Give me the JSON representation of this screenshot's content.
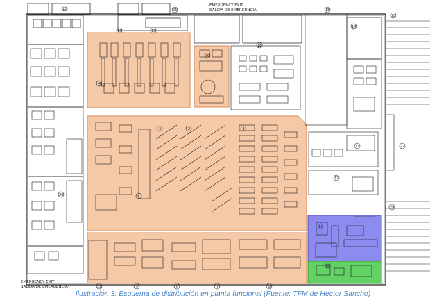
{
  "emergency_exit_top": {
    "line1": "-EMERGENCY EXIT",
    "line2": "-SALIDA DE EMERGENCIA"
  },
  "emergency_exit_bottom": {
    "line1": "EMERGENCY EXIT",
    "line2": "SALIDA DE EMERGENCIA"
  },
  "caption": "Ilustración 3: Esquema de distribución en planta funcional (Fuente: TFM de Hector Sancho)",
  "zone_labels": [
    "23",
    "26",
    "15",
    "28",
    "27",
    "29",
    "21",
    "5",
    "6",
    "7",
    "8",
    "20",
    "4",
    "3",
    "2",
    "1",
    "19",
    "18",
    "14",
    "13",
    "12",
    "11",
    "10",
    "9",
    "16",
    "17"
  ],
  "colors": {
    "production": "#f6c9a6",
    "production_border": "#e8a27a",
    "office_blue": "#8c8cf0",
    "office_green": "#63d163",
    "lines": "#1a1a1a",
    "caption": "#4a86c8"
  }
}
